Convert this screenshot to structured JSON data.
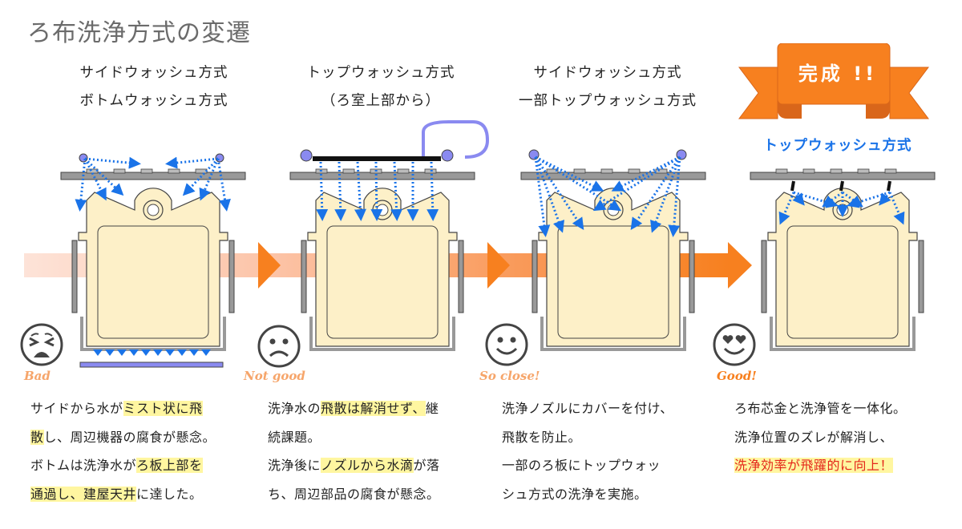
{
  "title": "ろ布洗浄方式の変遷",
  "colors": {
    "accent_orange": "#f7801f",
    "spray_blue": "#1a73e8",
    "plate_fill": "#fdf0c8",
    "highlight": "#fff6a0",
    "emphasis_red": "#e4271b",
    "mood_text": "#f6a56a"
  },
  "stages": [
    {
      "heading_lines": [
        "サイドウォッシュ方式",
        "ボトムウォッシュ方式"
      ],
      "face_icon": "persevering-face-icon",
      "mood": "Bad",
      "desc_lines": [
        [
          {
            "t": "サイドから水が"
          },
          {
            "t": "ミスト状に飛",
            "hl": true
          }
        ],
        [
          {
            "t": "散",
            "hl": true
          },
          {
            "t": "し、周辺機器の腐食が懸念。"
          }
        ],
        [
          {
            "t": "ボトムは洗浄水が"
          },
          {
            "t": "ろ板上部を",
            "hl": true
          }
        ],
        [
          {
            "t": "通過し、建屋天井",
            "hl": true
          },
          {
            "t": "に達した。"
          }
        ]
      ]
    },
    {
      "heading_lines": [
        "トップウォッシュ方式",
        "（ろ室上部から）"
      ],
      "face_icon": "frowning-face-icon",
      "mood": "Not good",
      "desc_lines": [
        [
          {
            "t": "洗浄水の"
          },
          {
            "t": "飛散は解消せず、",
            "hl": true
          },
          {
            "t": "継"
          }
        ],
        [
          {
            "t": "続課題。"
          }
        ],
        [
          {
            "t": "洗浄後に"
          },
          {
            "t": "ノズルから水滴",
            "hl": true
          },
          {
            "t": "が落"
          }
        ],
        [
          {
            "t": "ち、周辺部品の腐食が懸念。"
          }
        ]
      ]
    },
    {
      "heading_lines": [
        "サイドウォッシュ方式",
        "一部トップウォッシュ方式"
      ],
      "face_icon": "smiling-face-icon",
      "mood": "So close!",
      "desc_lines": [
        [
          {
            "t": "洗浄ノズルにカバーを付け、"
          }
        ],
        [
          {
            "t": "飛散を防止。"
          }
        ],
        [
          {
            "t": "一部のろ板にトップウォッ"
          }
        ],
        [
          {
            "t": "シュ方式の洗浄を実施。"
          }
        ]
      ]
    },
    {
      "badge": "完成 !!",
      "heading_lines": [
        "トップウォッシュ方式"
      ],
      "face_icon": "heart-eyes-face-icon",
      "mood": "Good!",
      "desc_lines": [
        [
          {
            "t": "ろ布芯金と洗浄管を一体化。"
          }
        ],
        [
          {
            "t": "洗浄位置のズレが解消し、"
          }
        ],
        [
          {
            "t": "洗浄効率が飛躍的に向上！",
            "hl": true,
            "red": true
          }
        ]
      ]
    }
  ]
}
